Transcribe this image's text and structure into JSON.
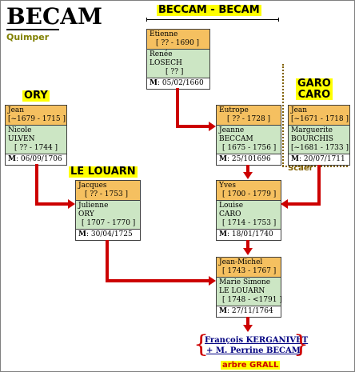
{
  "header": {
    "title": "BECAM",
    "subtitle": "Quimper"
  },
  "labels": {
    "beccam": "BECCAM - BECAM",
    "ory": "ORY",
    "lelouarn": "LE LOUARN",
    "garo1": "GARO",
    "garo2": "CARO"
  },
  "places": {
    "scaer": "Scaer"
  },
  "cards": {
    "etienne": {
      "husband": "Etienne",
      "husband_dates": "[ ?? - 1690 ]",
      "wife1": "Renée",
      "wife2": "LOSECH",
      "wife_dates": "[ ?? ]",
      "marriage": ": 05/02/1660"
    },
    "jean_ory": {
      "husband": "Jean",
      "husband_dates": "[~1679 - 1715 ]",
      "wife1": "Nicole",
      "wife2": "ULVEN",
      "wife_dates": "[ ?? - 1744 ]",
      "marriage": ": 06/09/1706"
    },
    "eutrope": {
      "husband": "Eutrope",
      "husband_dates": "[ ?? - 1728 ]",
      "wife1": "Jeanne",
      "wife2": "BECCAM",
      "wife_dates": "[ 1675 - 1756 ]",
      "marriage": ": 25/101696"
    },
    "jean_garo": {
      "husband": "Jean",
      "husband_dates": "[~1671 - 1718 ]",
      "wife1": "Marguerite",
      "wife2": "BOURCHIS",
      "wife_dates": "[~1681 - 1733 ]",
      "marriage": ": 20/07/1711"
    },
    "jacques": {
      "husband": "Jacques",
      "husband_dates": "[ ?? - 1753 ]",
      "wife1": "Julienne",
      "wife2": "ORY",
      "wife_dates": "[ 1707 - 1770 ]",
      "marriage": ": 30/04/1725"
    },
    "yves": {
      "husband": "Yves",
      "husband_dates": "[ 1700 - 1779 ]",
      "wife1": "Louise",
      "wife2": "CARO",
      "wife_dates": "[ 1714 - 1753 ]",
      "marriage": ": 18/01/1740"
    },
    "jean_michel": {
      "husband": "Jean-Michel",
      "husband_dates": "[ 1743 - 1767 ]",
      "wife1": "Marie Simone",
      "wife2": "LE LOUARN",
      "wife_dates": "[ 1748 - <1791 ]",
      "marriage": ": 27/11/1764"
    }
  },
  "marriage_letter": "M",
  "descendants": {
    "line1": "François KERGANIVET",
    "line2": "+ M. Perrine BECAM",
    "brace_left": "{",
    "brace_right": "}"
  },
  "footer": {
    "arbre": "arbre GRALL"
  },
  "colors": {
    "male_bg": "#f5c060",
    "female_bg": "#cce6c4",
    "arrow": "#cc0000",
    "label_bg": "#ffff00"
  }
}
